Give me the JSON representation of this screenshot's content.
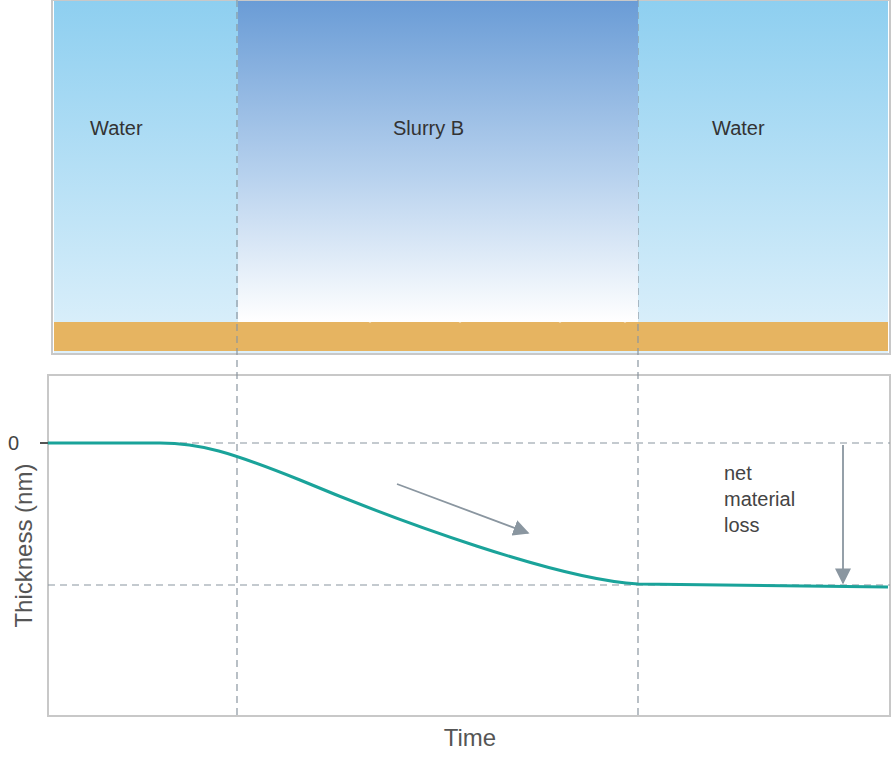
{
  "diagram": {
    "nodes": [
      {
        "text": [
          "Water"
        ]
      },
      {
        "text": [
          "Slurry B"
        ]
      },
      {
        "text": [
          "Water"
        ]
      }
    ],
    "labels": [
      "0",
      "net material loss",
      "Thickness (nm)",
      "Time"
    ]
  }
}
